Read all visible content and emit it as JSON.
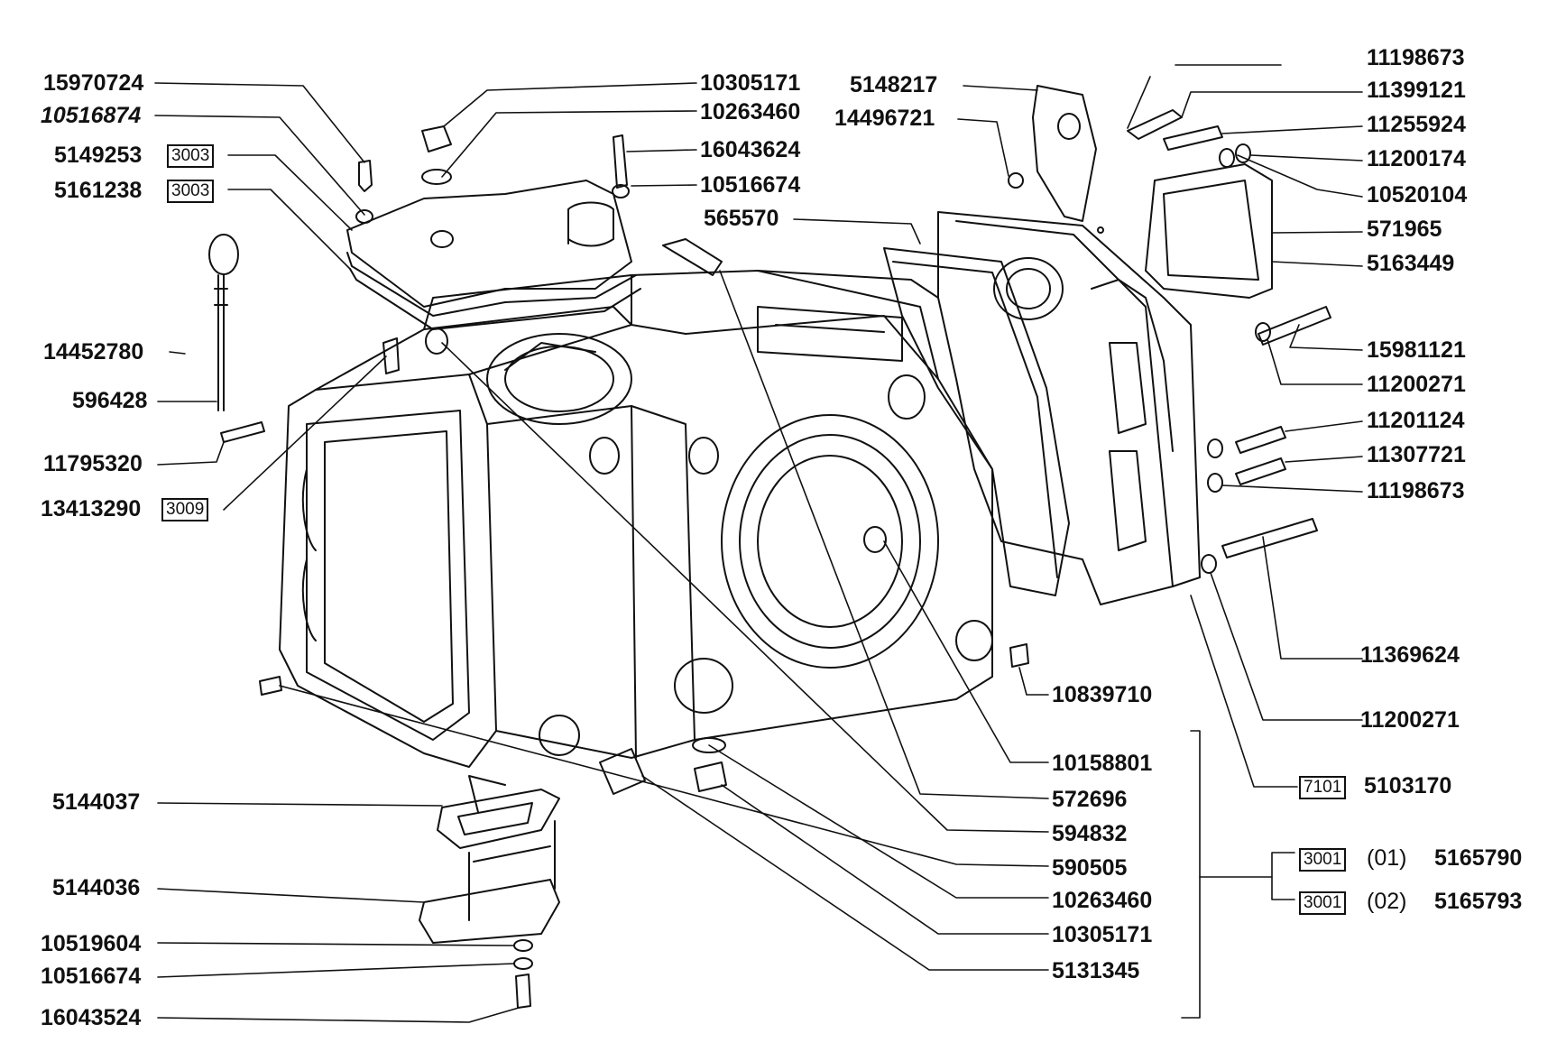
{
  "diagram": {
    "left_labels": [
      {
        "id": "15970724",
        "text": "15970724"
      },
      {
        "id": "10516874",
        "text": "10516874"
      },
      {
        "id": "5149253",
        "text": "5149253",
        "ref": "3003"
      },
      {
        "id": "5161238",
        "text": "5161238",
        "ref": "3003"
      },
      {
        "id": "14452780",
        "text": "14452780"
      },
      {
        "id": "596428",
        "text": "596428"
      },
      {
        "id": "11795320",
        "text": "11795320"
      },
      {
        "id": "13413290",
        "text": "13413290",
        "ref": "3009"
      },
      {
        "id": "5144037",
        "text": "5144037"
      },
      {
        "id": "5144036",
        "text": "5144036"
      },
      {
        "id": "10519604",
        "text": "10519604"
      },
      {
        "id": "10516674b",
        "text": "10516674"
      },
      {
        "id": "16043524",
        "text": "16043524"
      }
    ],
    "top_labels": [
      {
        "id": "10305171a",
        "text": "10305171"
      },
      {
        "id": "10263460a",
        "text": "10263460"
      },
      {
        "id": "16043624",
        "text": "16043624"
      },
      {
        "id": "10516674a",
        "text": "10516674"
      },
      {
        "id": "565570",
        "text": "565570"
      },
      {
        "id": "5148217",
        "text": "5148217"
      },
      {
        "id": "14496721",
        "text": "14496721"
      }
    ],
    "right_labels": [
      {
        "id": "11198673a",
        "text": "11198673"
      },
      {
        "id": "11399121",
        "text": "11399121"
      },
      {
        "id": "11255924",
        "text": "11255924"
      },
      {
        "id": "11200174",
        "text": "11200174"
      },
      {
        "id": "10520104",
        "text": "10520104"
      },
      {
        "id": "571965",
        "text": "571965"
      },
      {
        "id": "5163449",
        "text": "5163449"
      },
      {
        "id": "15981121",
        "text": "15981121"
      },
      {
        "id": "11200271a",
        "text": "11200271"
      },
      {
        "id": "11201124",
        "text": "11201124"
      },
      {
        "id": "11307721",
        "text": "11307721"
      },
      {
        "id": "11198673b",
        "text": "11198673"
      },
      {
        "id": "11369624",
        "text": "11369624"
      },
      {
        "id": "11200271b",
        "text": "11200271"
      },
      {
        "id": "5103170",
        "text": "5103170",
        "ref": "7101"
      }
    ],
    "bottom_labels": [
      {
        "id": "10839710",
        "text": "10839710"
      },
      {
        "id": "10158801",
        "text": "10158801"
      },
      {
        "id": "572696",
        "text": "572696"
      },
      {
        "id": "594832",
        "text": "594832"
      },
      {
        "id": "590505",
        "text": "590505"
      },
      {
        "id": "10263460b",
        "text": "10263460"
      },
      {
        "id": "10305171b",
        "text": "10305171"
      },
      {
        "id": "5131345",
        "text": "5131345"
      }
    ],
    "assembly": [
      {
        "ref": "3001",
        "variant": "(01)",
        "part": "5165790"
      },
      {
        "ref": "3001",
        "variant": "(02)",
        "part": "5165793"
      }
    ]
  }
}
